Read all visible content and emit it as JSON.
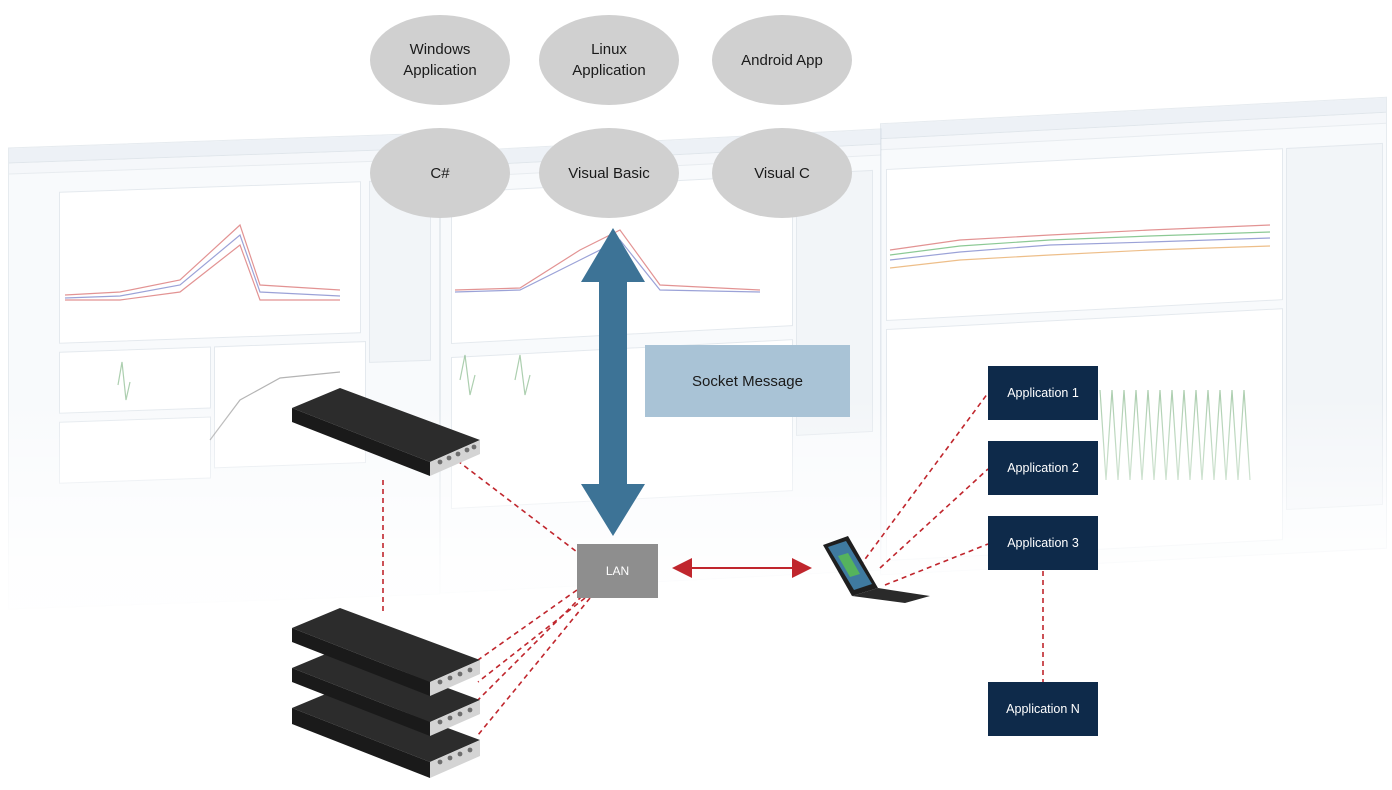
{
  "diagram": {
    "platforms": [
      {
        "label": "Windows\nApplication"
      },
      {
        "label": "Linux\nApplication"
      },
      {
        "label": "Android App"
      }
    ],
    "languages": [
      {
        "label": "C#"
      },
      {
        "label": "Visual Basic"
      },
      {
        "label": "Visual C"
      }
    ],
    "socket_message": "Socket Message",
    "lan": "LAN",
    "applications": [
      {
        "label": "Application 1"
      },
      {
        "label": "Application 2"
      },
      {
        "label": "Application 3"
      },
      {
        "label": "Application N"
      }
    ],
    "colors": {
      "ellipse": "#d0d0d0",
      "socket_box": "#a9c3d6",
      "lan_box": "#8e8e8e",
      "app_box": "#0e2a4a",
      "arrow_blue": "#3d7396",
      "link_red": "#c0262d"
    }
  }
}
